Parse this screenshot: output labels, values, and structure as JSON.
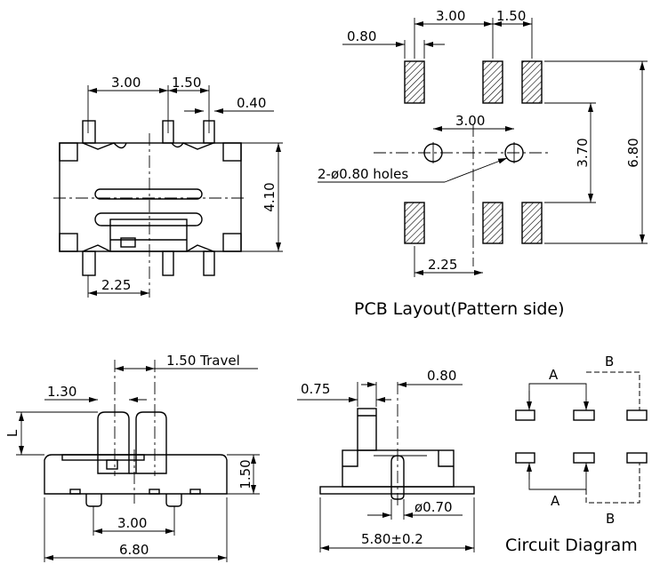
{
  "top_view": {
    "dim_a": "3.00",
    "dim_b": "1.50",
    "dim_pin": "0.40",
    "dim_height": "4.10",
    "dim_offset": "2.25"
  },
  "pcb_layout": {
    "dim_a": "3.00",
    "dim_b": "1.50",
    "dim_pad": "0.80",
    "dim_holes": "3.00",
    "dim_inner": "3.70",
    "dim_outer": "6.80",
    "dim_offset": "2.25",
    "holes_note": "2-ø0.80 holes",
    "title": "PCB Layout(Pattern side)"
  },
  "front_view": {
    "travel": "1.50 Travel",
    "dim_knob": "1.30",
    "dim_L": "L",
    "dim_height": "1.50",
    "dim_pins": "3.00",
    "dim_width": "6.80"
  },
  "side_view": {
    "dim_a": "0.75",
    "dim_b": "0.80",
    "dim_pin": "ø0.70",
    "dim_width": "5.80±0.2"
  },
  "circuit": {
    "label_a_top": "A",
    "label_b_top": "B",
    "label_a_bottom": "A",
    "label_b_bottom": "B",
    "title": "Circuit Diagram"
  }
}
